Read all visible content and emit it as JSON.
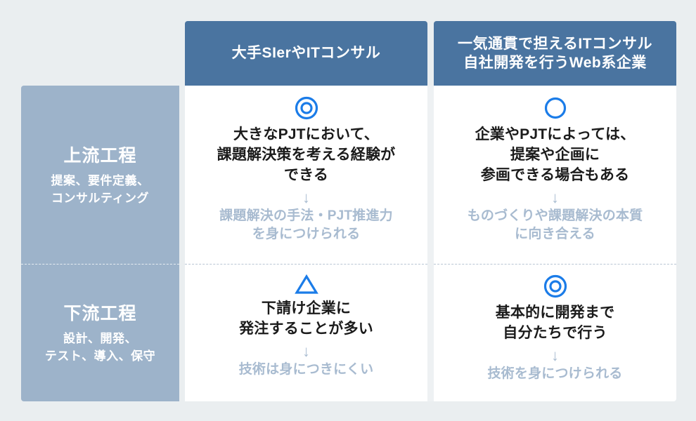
{
  "page": {
    "background_color": "#eaeef0",
    "header_color": "#4a74a0",
    "row_label_color": "#9db3ca",
    "accent_icon_color": "#1b7ce8",
    "sub_text_color": "#a8bbd0",
    "arrow_glyph": "↓"
  },
  "columns": [
    {
      "id": "col-sier",
      "header_lines": [
        "大手SIerやITコンサル"
      ]
    },
    {
      "id": "col-web",
      "header_lines": [
        "一気通貫で担えるITコンサル",
        "自社開発を行うWeb系企業"
      ]
    }
  ],
  "rows": [
    {
      "id": "row-upstream",
      "label_title": "上流工程",
      "label_sub_lines": [
        "提案、要件定義、",
        "コンサルティング"
      ]
    },
    {
      "id": "row-downstream",
      "label_title": "下流工程",
      "label_sub_lines": [
        "設計、開発、",
        "テスト、導入、保守"
      ]
    }
  ],
  "cells": {
    "r1c1": {
      "rating_icon": "double-circle-icon",
      "rating_symbol": "◎",
      "main_lines": [
        "大きなPJTにおいて、",
        "課題解決策を考える経験が",
        "できる"
      ],
      "sub_lines": [
        "課題解決の手法・PJT推進力",
        "を身につけられる"
      ]
    },
    "r1c2": {
      "rating_icon": "circle-icon",
      "rating_symbol": "○",
      "main_lines": [
        "企業やPJTによっては、",
        "提案や企画に",
        "参画できる場合もある"
      ],
      "sub_lines": [
        "ものづくりや課題解決の本質",
        "に向き合える"
      ]
    },
    "r2c1": {
      "rating_icon": "triangle-icon",
      "rating_symbol": "△",
      "main_lines": [
        "下請け企業に",
        "発注することが多い"
      ],
      "sub_lines": [
        "技術は身につきにくい"
      ]
    },
    "r2c2": {
      "rating_icon": "double-circle-icon",
      "rating_symbol": "◎",
      "main_lines": [
        "基本的に開発まで",
        "自分たちで行う"
      ],
      "sub_lines": [
        "技術を身につけられる"
      ]
    }
  }
}
